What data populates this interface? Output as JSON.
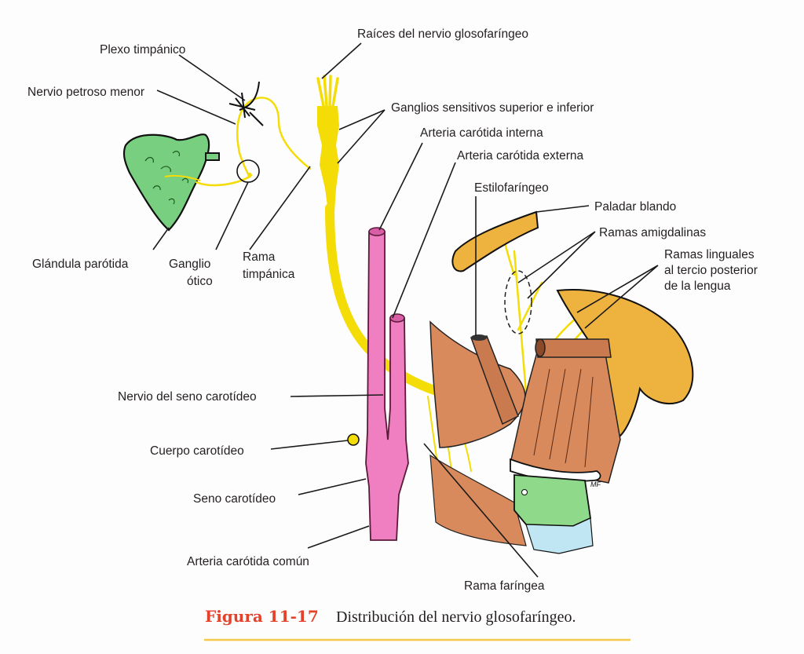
{
  "figure": {
    "labels": {
      "plexo_timpanico": "Plexo timpánico",
      "nervio_petroso_menor": "Nervio petroso menor",
      "raices": "Raíces del nervio glosofaríngeo",
      "ganglios": "Ganglios sensitivos superior e inferior",
      "carotida_interna": "Arteria carótida interna",
      "carotida_externa": "Arteria carótida externa",
      "estilofaringeo": "Estilofaríngeo",
      "paladar_blando": "Paladar blando",
      "ramas_amigdalinas": "Ramas amigdalinas",
      "ramas_linguales": [
        "Ramas linguales",
        "al tercio posterior",
        "de la lengua"
      ],
      "glandula_parotida": "Glándula parótida",
      "ganglio_otico": [
        "Ganglio",
        "ótico"
      ],
      "rama_timpanica": [
        "Rama",
        "timpánica"
      ],
      "nervio_seno_carotideo": "Nervio del seno carotídeo",
      "cuerpo_carotideo": "Cuerpo carotídeo",
      "seno_carotideo": "Seno carotídeo",
      "carotida_comun": "Arteria carótida común",
      "rama_faringea": "Rama faríngea",
      "artist_signature": "MF"
    },
    "caption": {
      "number": "Figura 11-17",
      "text": "Distribución del nervio glosofaríngeo."
    },
    "colors": {
      "nerve": "#f4dc06",
      "parotid": "#78cf80",
      "artery": "#ef7fc0",
      "muscle": "#d98a5c",
      "tongue": "#eeb23e",
      "cartilage": "#8fd98a",
      "trachea": "#bfe6f2",
      "caption_number": "#e4412a",
      "caption_rule": "#f4c84a"
    }
  }
}
